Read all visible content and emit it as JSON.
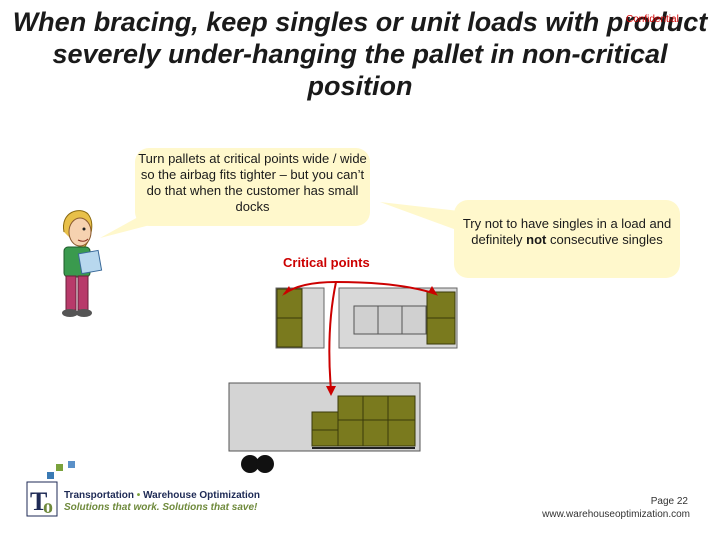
{
  "slide": {
    "title": "When bracing, keep singles or unit loads with product severely under-hanging the pallet in non-critical position",
    "confidential": "Confidential",
    "bubble_left": "Turn pallets at critical points wide / wide so the airbag fits tighter – but you can’t do that when the customer has small docks",
    "bubble_right_pre": "Try not to have singles in a load and definitely ",
    "bubble_right_bold": "not",
    "bubble_right_post": " consecutive singles",
    "critical_label": "Critical points",
    "page": "Page 22",
    "url": "www.warehouseoptimization.com"
  },
  "logo": {
    "brand_part1": "Transportation",
    "brand_part2": "Warehouse Optimization",
    "tagline": "Solutions that work. Solutions that save!"
  },
  "colors": {
    "pallet": "#7a7a1e",
    "trailer": "#d4d4d4",
    "arrow": "#cc0000",
    "bubble": "#fff8cc"
  }
}
